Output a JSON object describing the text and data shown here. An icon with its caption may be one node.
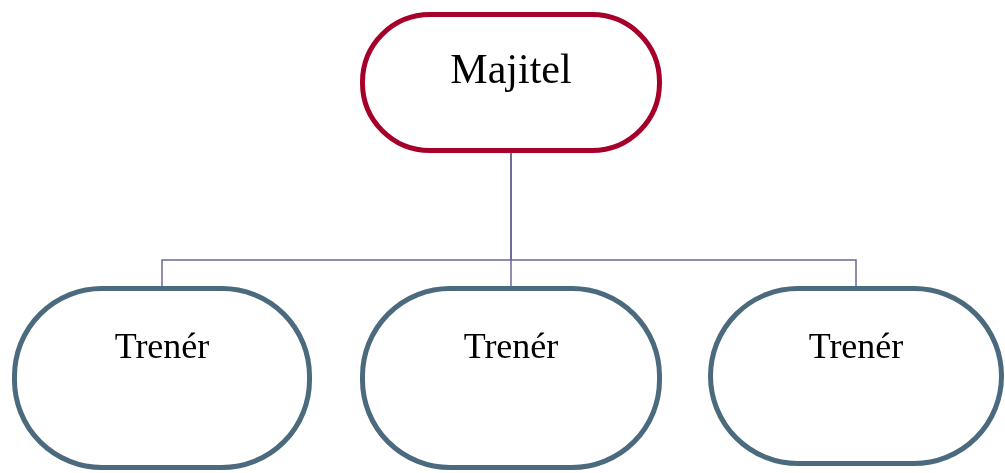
{
  "diagram": {
    "nodes": [
      {
        "text": [
          "Majitel"
        ]
      },
      {
        "text": [
          "Trenér"
        ]
      },
      {
        "text": [
          "Trenér"
        ]
      },
      {
        "text": [
          "Trenér"
        ]
      }
    ],
    "edges": [
      {
        "from": 0,
        "to": 1,
        "arrow": "none"
      },
      {
        "from": 0,
        "to": 2,
        "arrow": "none"
      },
      {
        "from": 0,
        "to": 3,
        "arrow": "none"
      }
    ]
  }
}
